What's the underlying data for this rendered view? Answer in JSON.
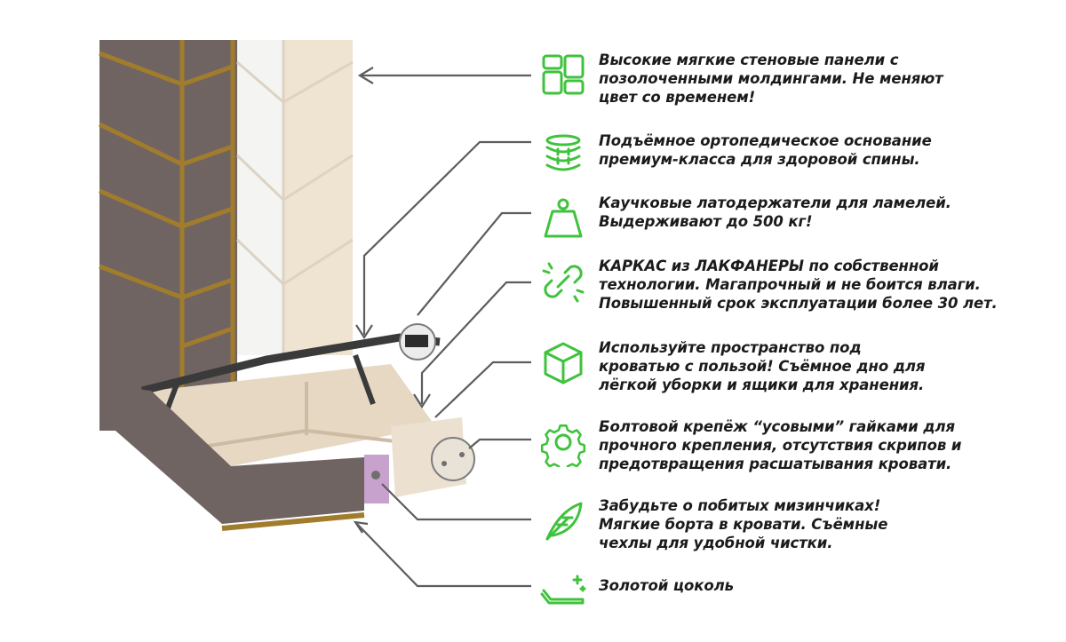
{
  "colors": {
    "accent": "#3fc23c",
    "pointer": "#5d5d5d",
    "upholstery": "#6f6462",
    "gold": "#a07c2c",
    "wood": "#efe3d2",
    "lilac": "#c7a2cc"
  },
  "features": [
    {
      "icon": "panels-grid-icon",
      "text": "Высокие мягкие стеновые панели с\nпозолоченными молдингами. Не меняют\nцвет со временем!"
    },
    {
      "icon": "spring-stack-icon",
      "text": "Подъёмное ортопедическое основание\nпремиум-класса для здоровой спины."
    },
    {
      "icon": "weight-icon",
      "text": "Каучковые латодержатели для ламелей.\nВыдерживают до 500 кг!"
    },
    {
      "icon": "broken-chain-icon",
      "text": "КАРКАС из ЛАКФАНЕРЫ по собственной\nтехнологии. Магапрочный и не боится влаги.\nПовышенный срок эксплуатации более 30 лет."
    },
    {
      "icon": "box-cube-icon",
      "text": "Используйте пространство под\nкроватью с пользой! Съёмное дно для\nлёгкой уборки и ящики для хранения."
    },
    {
      "icon": "gear-nut-icon",
      "text": "Болтовой крепёж “усовыми” гайками для\nпрочного крепления, отсутствия скрипов и\nпредотвращения расшатывания кровати."
    },
    {
      "icon": "feather-icon",
      "text": "Забудьте о побитых мизинчиках!\nМягкие борта в кровати. Съёмные\nчехлы для удобной чистки."
    },
    {
      "icon": "gold-plinth-icon",
      "text": "Золотой цоколь"
    }
  ]
}
